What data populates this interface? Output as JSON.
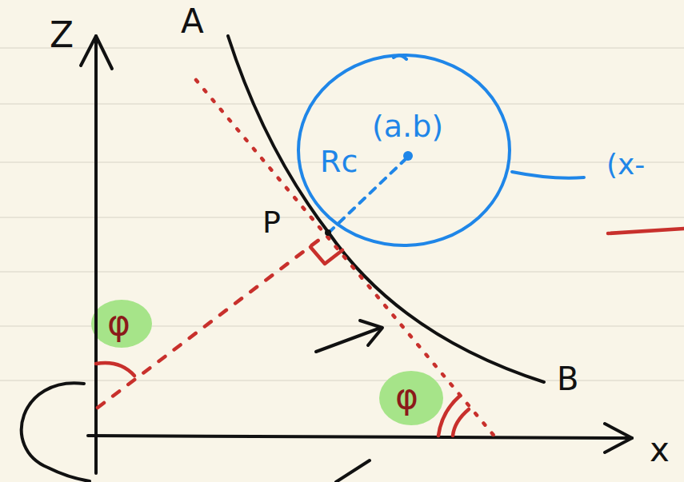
{
  "diagram": {
    "nodes": [
      {
        "text": [
          "(a.b)",
          "Rc"
        ]
      }
    ],
    "labels": [
      "Z",
      "A",
      "P",
      "φ",
      "φ",
      "B",
      "x",
      "(x-"
    ]
  }
}
